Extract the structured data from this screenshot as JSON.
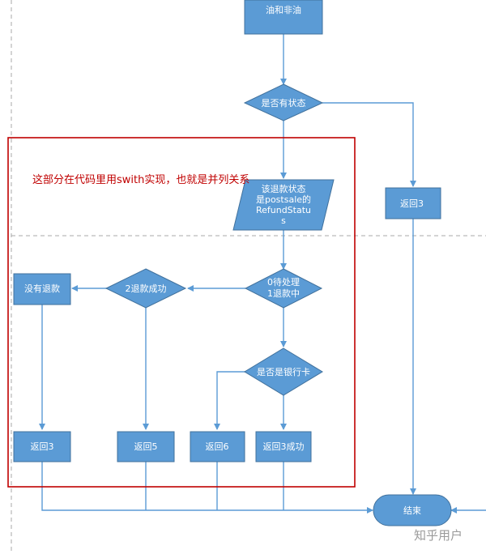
{
  "colors": {
    "node_fill": "#5b9bd5",
    "node_stroke": "#41719c",
    "edge": "#5b9bd5",
    "highlight_border": "#c00000",
    "dashed_guides": "#a8a8a8"
  },
  "annotation": "这部分在代码里用swith实现，也就是并列关系",
  "nodes": {
    "start": "油和非油",
    "has_status": "是否有状态",
    "refund_status_1": "该退款状态",
    "refund_status_2": "是postsale的",
    "refund_status_3": "RefundStatu",
    "refund_status_4": "s",
    "return3_right": "返回3",
    "pending_1": "0待处理",
    "pending_2": "1退款中",
    "refund_success": "2退款成功",
    "no_refund": "没有退款",
    "is_bank_card": "是否是银行卡",
    "return3_left": "返回3",
    "return5": "返回5",
    "return6": "返回6",
    "return3_success": "返回3成功",
    "end": "结束"
  },
  "watermark": "知乎用户"
}
